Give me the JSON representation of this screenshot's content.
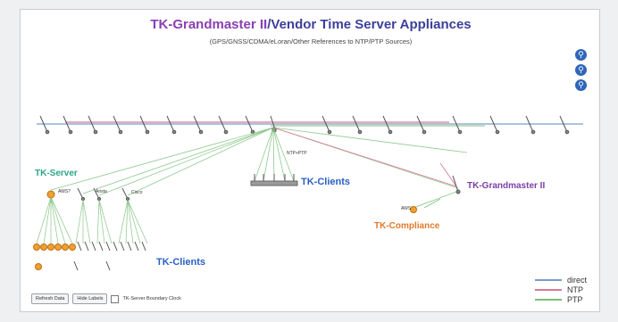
{
  "title": {
    "main": "TK-Grandmaster II",
    "rest": "/Vendor Time Server Appliances",
    "subtitle": "(GPS/GNSS/CDMA/eLoran/Other References to NTP/PTP Sources)"
  },
  "zoom": {
    "zoom_in_icon": "zoom-in-icon",
    "zoom_out_icon": "zoom-out-icon",
    "zoom_reset_icon": "zoom-reset-icon"
  },
  "labels": {
    "tk_server": "TK-Server",
    "tk_clients_top": "TK-Clients",
    "tk_clients_bottom": "TK-Clients",
    "tk_grandmaster": "TK-Grandmaster II",
    "tk_compliance": "TK-Compliance",
    "aws": "AWS?",
    "arista": "Arista",
    "cisco": "Cisco",
    "ntp_ptp": "NTP+PTP",
    "aws_lower": "AWS"
  },
  "colors": {
    "direct": "#7a9dc9",
    "ntp": "#d87a94",
    "ptp": "#7cbf7c",
    "tk_server": "#2ea58a",
    "tk_clients": "#2a5fc4",
    "tk_grandmaster": "#7a3fa8",
    "tk_compliance": "#e07a2c",
    "node_orange": "#f0a030"
  },
  "buttons": {
    "refresh": "Refresh Data",
    "hide_labels": "Hide Labels",
    "boundary_clock": "TK-Server Boundary Clock"
  },
  "legend": [
    {
      "label": "direct",
      "color": "#7a9dc9"
    },
    {
      "label": "NTP",
      "color": "#d87a94"
    },
    {
      "label": "PTP",
      "color": "#7cbf7c"
    }
  ]
}
